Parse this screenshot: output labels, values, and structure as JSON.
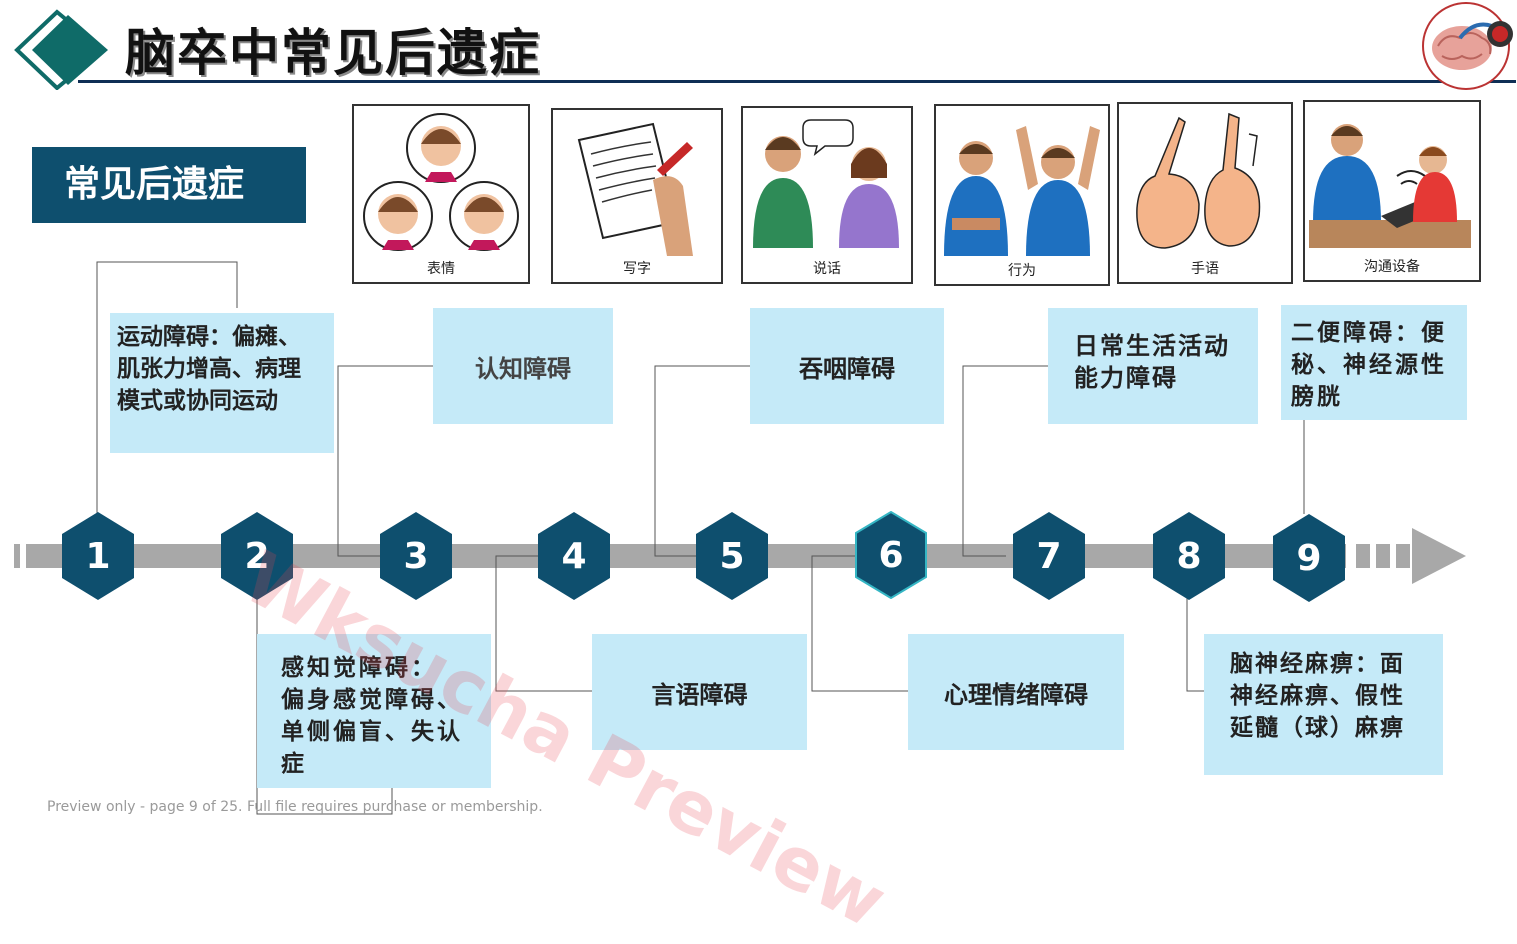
{
  "slide": {
    "title": "脑卒中常见后遗症",
    "section_label": "常见后遗症",
    "footer": "Preview only - page 9 of 25. Full file requires purchase or membership.",
    "watermark": "Wksucha Preview"
  },
  "picture_cards": [
    {
      "caption": "表情",
      "icon": "faces-expression-icon"
    },
    {
      "caption": "写字",
      "icon": "writing-hand-icon"
    },
    {
      "caption": "说话",
      "icon": "people-talking-icon"
    },
    {
      "caption": "行为",
      "icon": "behavior-people-icon"
    },
    {
      "caption": "手语",
      "icon": "sign-language-hands-icon"
    },
    {
      "caption": "沟通设备",
      "icon": "communication-device-icon"
    }
  ],
  "timeline": {
    "steps": [
      "1",
      "2",
      "3",
      "4",
      "5",
      "6",
      "7",
      "8",
      "9"
    ]
  },
  "items_top": [
    {
      "step": "1",
      "lines": [
        "运动障碍：偏瘫、",
        "肌张力增高、病理",
        "模式或协同运动"
      ]
    },
    {
      "step": "3",
      "lines": [
        "认知障碍"
      ]
    },
    {
      "step": "5",
      "lines": [
        "吞咽障碍"
      ]
    },
    {
      "step": "7",
      "lines": [
        "日常生活活动",
        "能力障碍"
      ]
    },
    {
      "step": "9",
      "lines": [
        "二便障碍：便",
        "秘、神经源性",
        "膀胱"
      ]
    }
  ],
  "items_bottom": [
    {
      "step": "2",
      "lines": [
        "感知觉障碍：",
        "偏身感觉障碍、",
        "单侧偏盲、失认",
        "症"
      ]
    },
    {
      "step": "4",
      "lines": [
        "言语障碍"
      ]
    },
    {
      "step": "6",
      "lines": [
        "心理情绪障碍"
      ]
    },
    {
      "step": "8",
      "lines": [
        "脑神经麻痹：面",
        "神经麻痹、假性",
        "延髓（球）麻痹"
      ]
    }
  ],
  "colors": {
    "dark_teal": "#0e4f6e",
    "light_box": "#c5eaf8",
    "timeline_gray": "#a8a8a8",
    "title_rule": "#0f2f55"
  }
}
